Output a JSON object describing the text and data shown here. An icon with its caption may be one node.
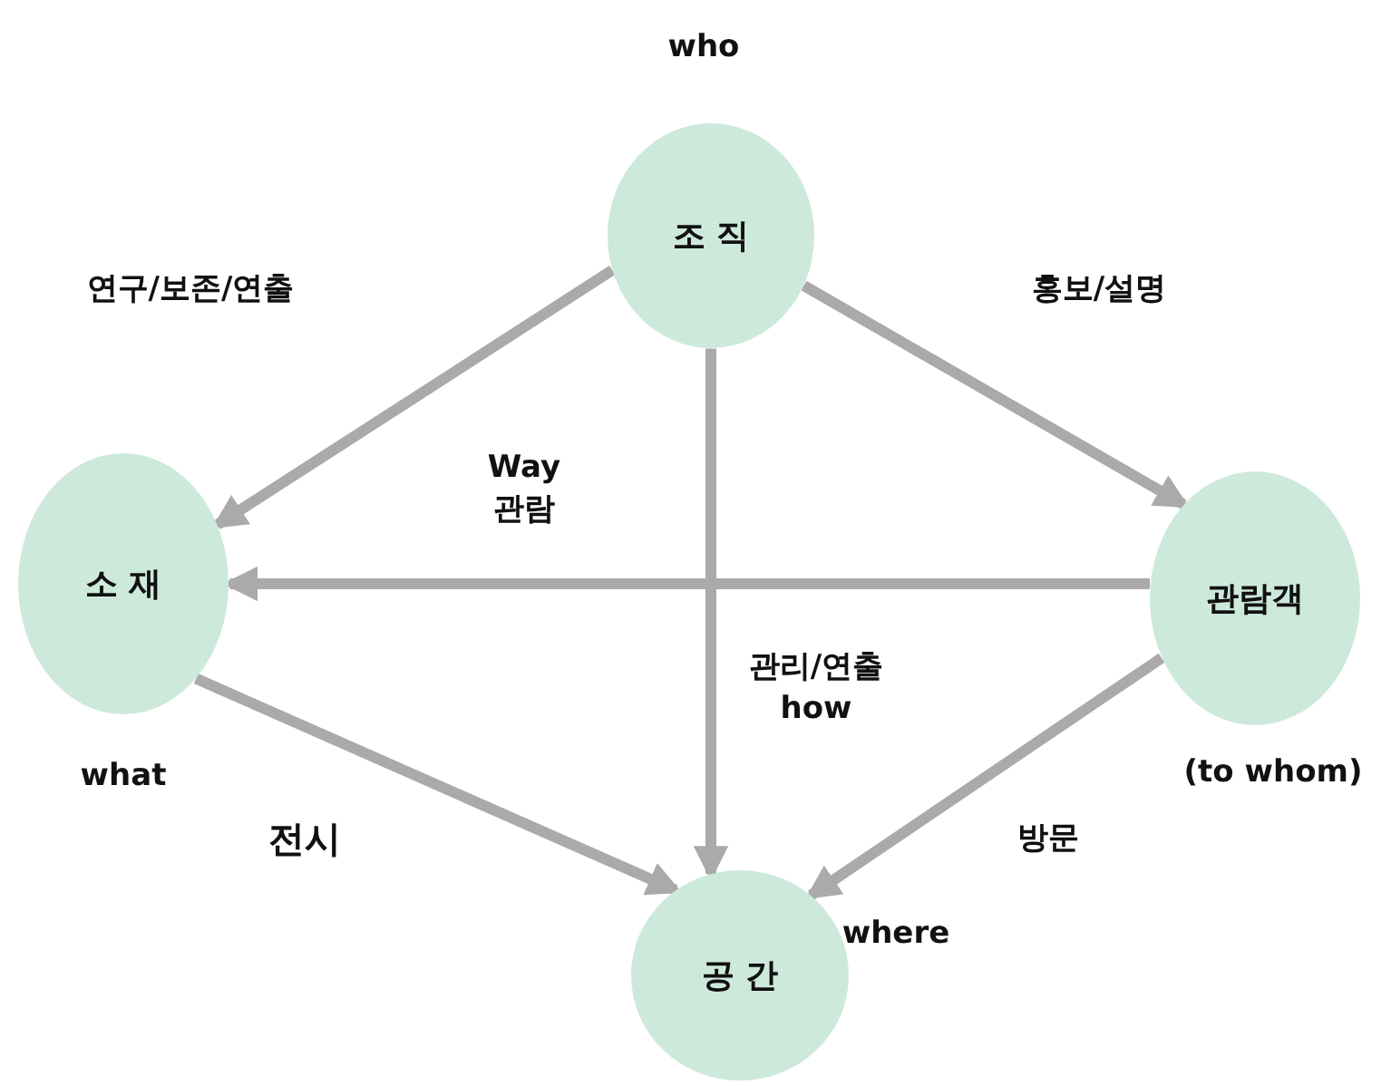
{
  "diagram": {
    "nodes": [
      {
        "text": [
          "조 직"
        ],
        "beside": [
          "who"
        ]
      },
      {
        "text": [
          "소 재"
        ],
        "beside": [
          "what"
        ]
      },
      {
        "text": [
          "관람객"
        ],
        "beside": [
          "(to whom)"
        ]
      },
      {
        "text": [
          "공 간"
        ],
        "beside": [
          "where"
        ]
      }
    ],
    "edges": [
      {
        "from": 0,
        "to": 1,
        "arrow": "to",
        "label": "연구/보존/연출"
      },
      {
        "from": 0,
        "to": 2,
        "arrow": "to",
        "label": "홍보/설명"
      },
      {
        "from": 2,
        "to": 1,
        "arrow": "to",
        "label": "Way 관람"
      },
      {
        "from": 0,
        "to": 3,
        "arrow": "to",
        "label": "관리/연출 how"
      },
      {
        "from": 1,
        "to": 3,
        "arrow": "to",
        "label": "전시"
      },
      {
        "from": 2,
        "to": 3,
        "arrow": "to",
        "label": "방문"
      }
    ]
  }
}
